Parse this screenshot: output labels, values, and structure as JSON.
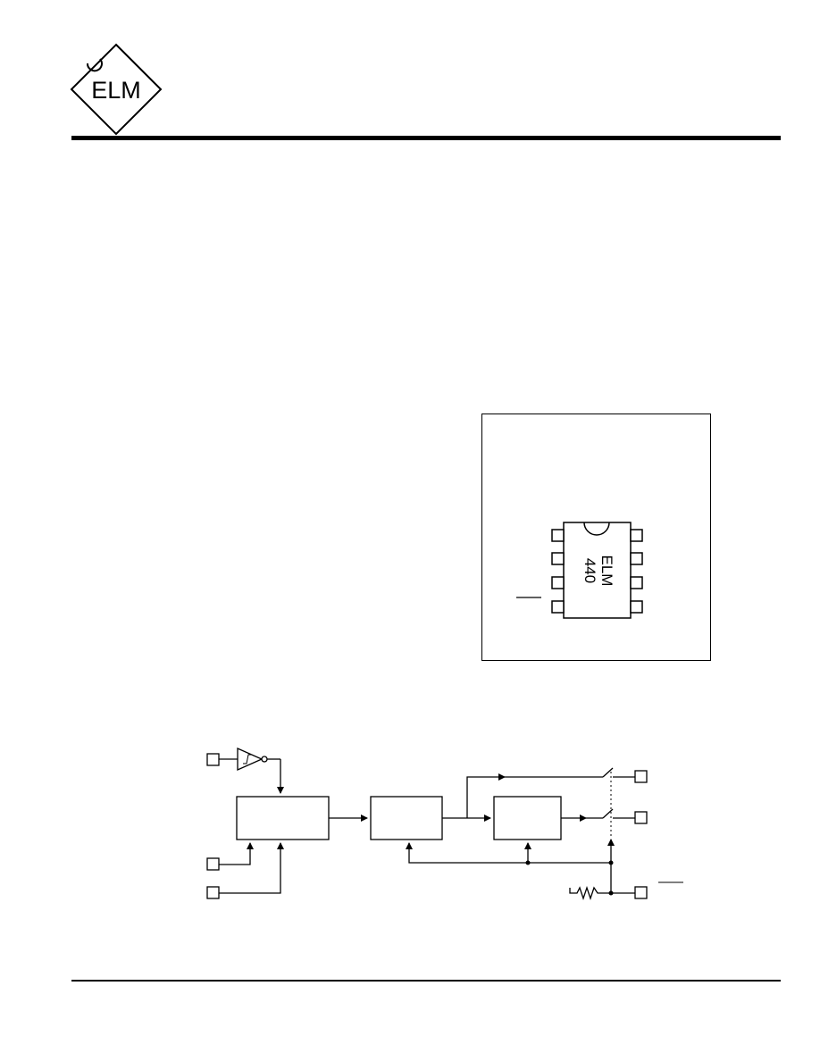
{
  "logo": {
    "text": "ELM",
    "icon": "elm-diamond-logo-icon"
  },
  "pin_diagram": {
    "chip_marking_line1": "ELM",
    "chip_marking_line2": "440",
    "pin_count": 8,
    "icon": "dip8-chip-icon"
  },
  "block_diagram": {
    "icons": [
      "input-pin-icon",
      "schmitt-inverter-icon",
      "block-box-icon",
      "switch-icon",
      "output-pin-icon",
      "resistor-icon"
    ]
  }
}
